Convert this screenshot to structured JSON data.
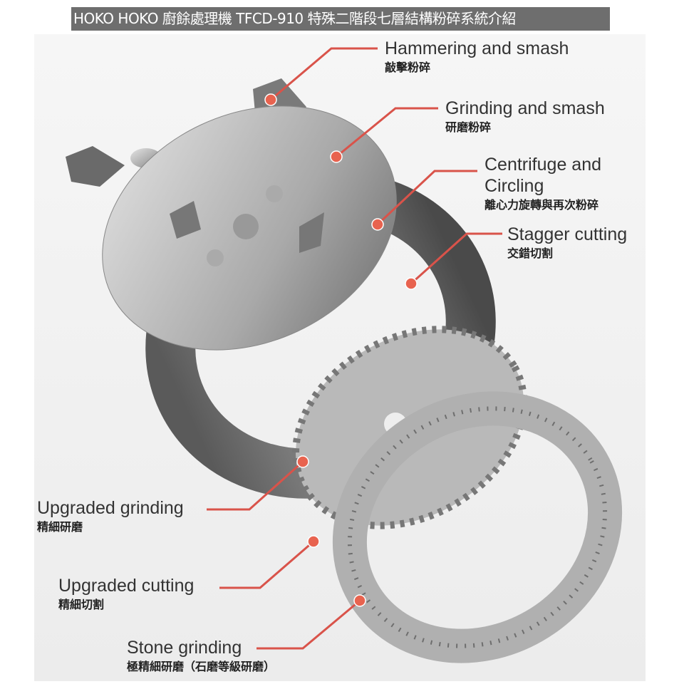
{
  "title": "HOKO HOKO 廚餘處理機 TFCD-910 特殊二階段七層結構粉碎系統介紹",
  "colors": {
    "accent": "#d9534a",
    "title_bg": "#6e6e6e"
  },
  "callouts": [
    {
      "en": "Hammering and smash",
      "zh": "敲擊粉碎"
    },
    {
      "en": "Grinding and smash",
      "zh": "研磨粉碎"
    },
    {
      "en": "Centrifuge and",
      "en2": "Circling",
      "zh": "離心力旋轉與再次粉碎"
    },
    {
      "en": "Stagger cutting",
      "zh": "交錯切割"
    },
    {
      "en": "Upgraded grinding",
      "zh": "精細研磨"
    },
    {
      "en": "Upgraded cutting",
      "zh": "精細切割"
    },
    {
      "en": "Stone grinding",
      "zh": "極精細研磨（石磨等級研磨）"
    }
  ]
}
